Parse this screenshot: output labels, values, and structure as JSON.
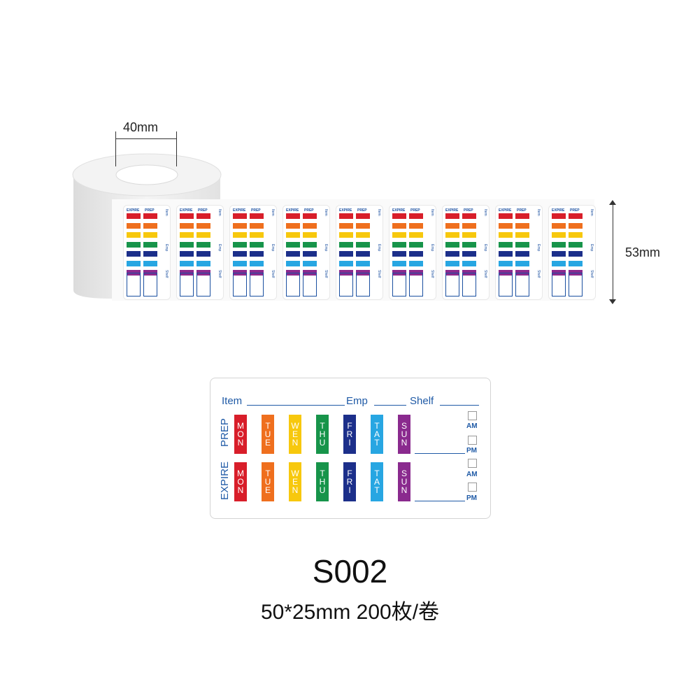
{
  "dimensions": {
    "core_width": "40mm",
    "strip_height": "53mm"
  },
  "product": {
    "code": "S002",
    "spec": "50*25mm 200枚/卷"
  },
  "label": {
    "header": {
      "item": "Item",
      "emp": "Emp",
      "shelf": "Shelf"
    },
    "rows": [
      {
        "title": "PREP",
        "am": "AM",
        "pm": "PM"
      },
      {
        "title": "EXPIRE",
        "am": "AM",
        "pm": "PM"
      }
    ],
    "days": [
      {
        "text": "MON",
        "color": "#d81e2a"
      },
      {
        "text": "TUE",
        "color": "#ef6f1e"
      },
      {
        "text": "WEN",
        "color": "#f7c80d"
      },
      {
        "text": "THU",
        "color": "#17944a"
      },
      {
        "text": "FRI",
        "color": "#1c2f8a"
      },
      {
        "text": "TAT",
        "color": "#27a6e2"
      },
      {
        "text": "SUN",
        "color": "#8a2a8e"
      }
    ],
    "ink_color": "#1f5aa6"
  },
  "mini_label": {
    "expire": "EXPIRE",
    "prep": "PREP",
    "item": "Item",
    "emp": "Emp",
    "shelf": "Shelf"
  }
}
